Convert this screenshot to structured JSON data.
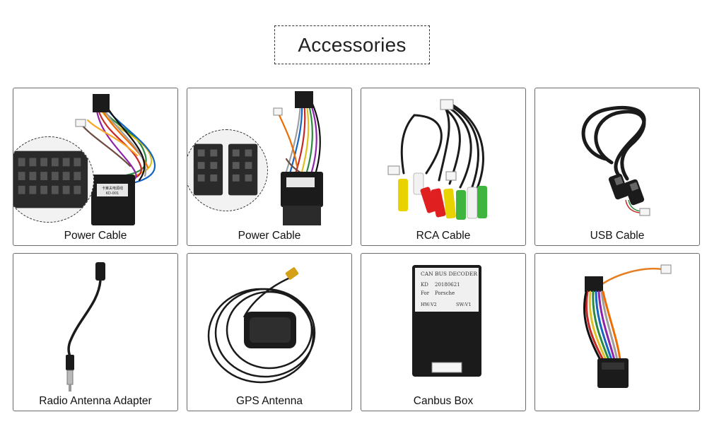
{
  "header": {
    "title": "Accessories"
  },
  "accessories": [
    {
      "label": "Power Cable",
      "icon": "power-cable-harness"
    },
    {
      "label": "Power Cable",
      "icon": "power-cable-iso-harness"
    },
    {
      "label": "RCA Cable",
      "icon": "rca-cable"
    },
    {
      "label": "USB Cable",
      "icon": "usb-cable"
    },
    {
      "label": "Radio Antenna Adapter",
      "icon": "antenna-adapter"
    },
    {
      "label": "GPS Antenna",
      "icon": "gps-antenna"
    },
    {
      "label": "Canbus Box",
      "icon": "canbus-box"
    },
    {
      "label": "",
      "icon": "iso-wiring-harness"
    }
  ],
  "products": {
    "harness_tag": "卡莱夫电源线",
    "harness_code": "KD-001",
    "canbus": {
      "title": "CAN BUS DECODER",
      "model_label": "KD",
      "model_value": "20180621",
      "for_label": "For",
      "for_value": "Porsche",
      "hw": "HW:V2",
      "sw": "SW:V1"
    }
  },
  "colors": {
    "card_border": "#6a6a6a",
    "rca_yellow": "#e8d200",
    "rca_red": "#e02020",
    "rca_green": "#3fb53f",
    "rca_white": "#f2f2f2",
    "cable_black": "#1b1b1b"
  }
}
